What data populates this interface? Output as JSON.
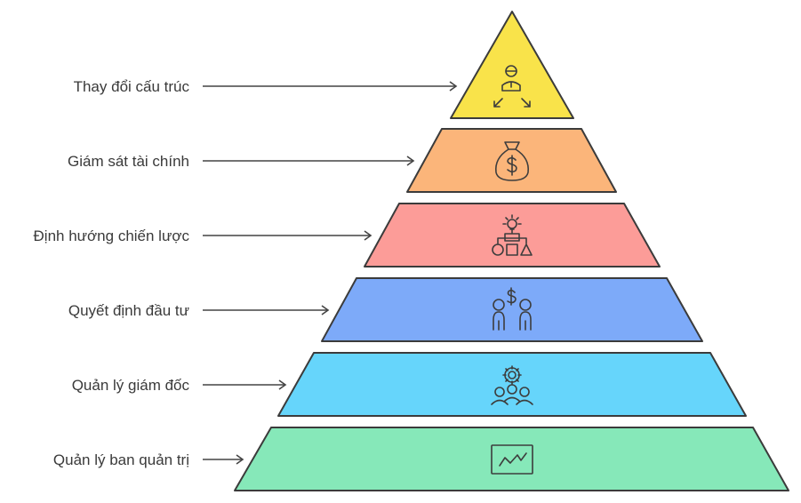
{
  "levels": [
    {
      "label": "Thay đổi cấu trúc",
      "color": "#f9e34a",
      "icon": "person-arrows-icon"
    },
    {
      "label": "Giám sát tài chính",
      "color": "#fbb57a",
      "icon": "money-bag-icon"
    },
    {
      "label": "Định hướng chiến lược",
      "color": "#fc9c98",
      "icon": "strategy-idea-icon"
    },
    {
      "label": "Quyết định đầu tư",
      "color": "#7daaf9",
      "icon": "investors-icon"
    },
    {
      "label": "Quản lý giám đốc",
      "color": "#66d5fb",
      "icon": "team-gear-icon"
    },
    {
      "label": "Quản lý ban quản trị",
      "color": "#86e8b9",
      "icon": "chart-board-icon"
    }
  ]
}
